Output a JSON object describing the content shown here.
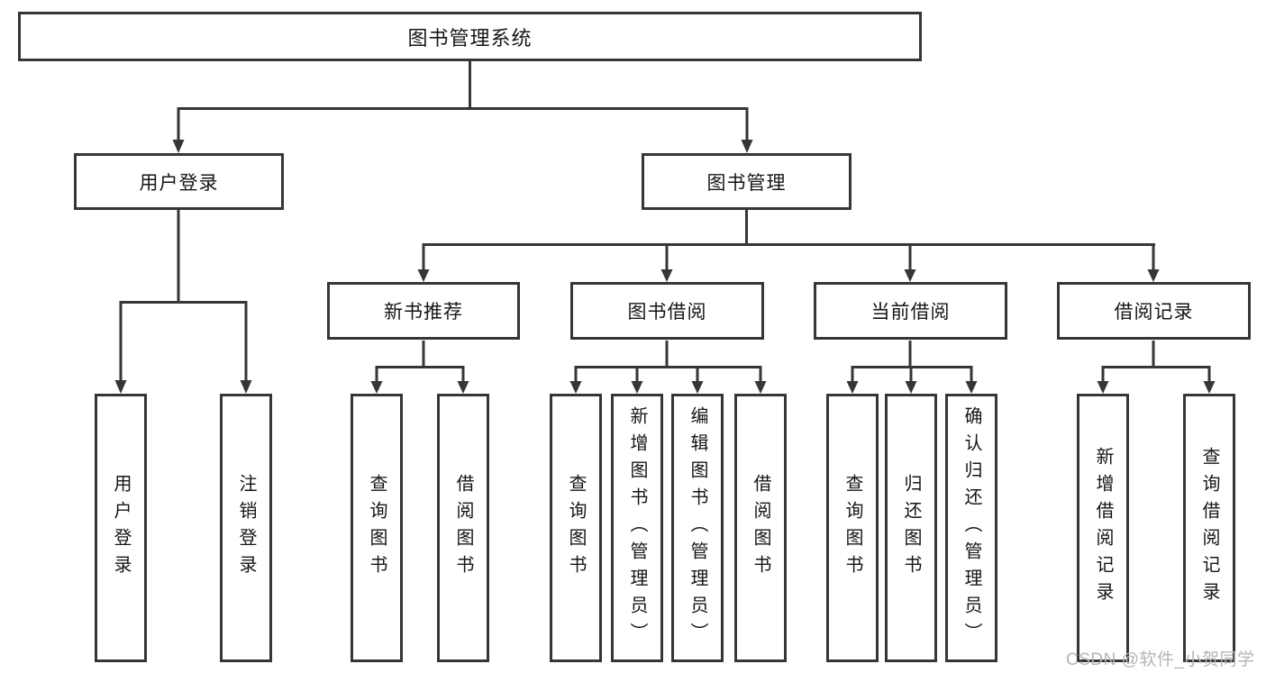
{
  "tree": {
    "root": {
      "label": "图书管理系统"
    },
    "branches": [
      {
        "label": "用户登录",
        "children": [
          {
            "label": "用户登录"
          },
          {
            "label": "注销登录"
          }
        ]
      },
      {
        "label": "图书管理",
        "children": [
          {
            "label": "新书推荐",
            "children": [
              {
                "label": "查询图书"
              },
              {
                "label": "借阅图书"
              }
            ]
          },
          {
            "label": "图书借阅",
            "children": [
              {
                "label": "查询图书"
              },
              {
                "label": "新增图书（管理员）"
              },
              {
                "label": "编辑图书（管理员）"
              },
              {
                "label": "借阅图书"
              }
            ]
          },
          {
            "label": "当前借阅",
            "children": [
              {
                "label": "查询图书"
              },
              {
                "label": "归还图书"
              },
              {
                "label": "确认归还（管理员）"
              }
            ]
          },
          {
            "label": "借阅记录",
            "children": [
              {
                "label": "新增借阅记录"
              },
              {
                "label": "查询借阅记录"
              }
            ]
          }
        ]
      }
    ]
  },
  "watermark": {
    "text": "CSDN @软件_小贺同学"
  },
  "palette": {
    "line": "#363636",
    "box_border": "#363636",
    "text": "#161616",
    "background": "#ffffff",
    "watermark": "#b5b5b5"
  }
}
